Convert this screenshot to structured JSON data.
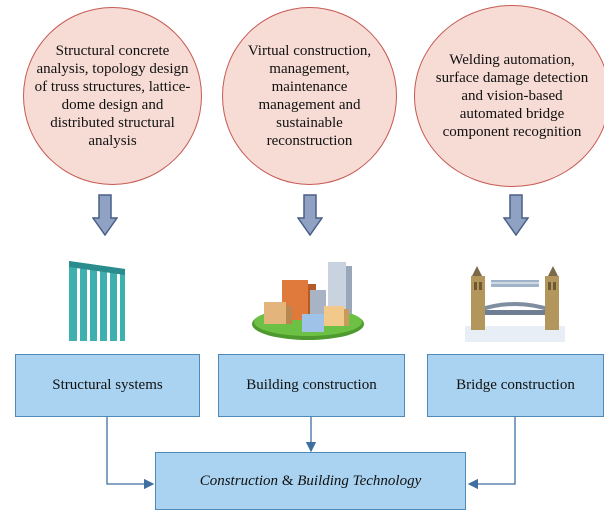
{
  "top_topics": [
    {
      "text": "Structural concrete analysis, topology design of truss structures, lattice-dome design and distributed structural analysis"
    },
    {
      "text": "Virtual construction, management, maintenance management and sustainable reconstruction"
    },
    {
      "text": "Welding automation, surface damage detection and vision-based automated bridge component recognition"
    }
  ],
  "categories": [
    {
      "label": "Structural systems",
      "icon": "building-facade-icon"
    },
    {
      "label": "Building construction",
      "icon": "city-buildings-icon"
    },
    {
      "label": "Bridge construction",
      "icon": "tower-bridge-icon"
    }
  ],
  "bottom": {
    "part1": "Construction",
    "amp": " & ",
    "part2": "Building Technology"
  },
  "colors": {
    "ellipse_fill": "#f7dcd6",
    "ellipse_border": "#c65a52",
    "box_fill": "#a9d3f0",
    "box_border": "#5189b6",
    "arrow_fill": "#8fa2c4"
  }
}
